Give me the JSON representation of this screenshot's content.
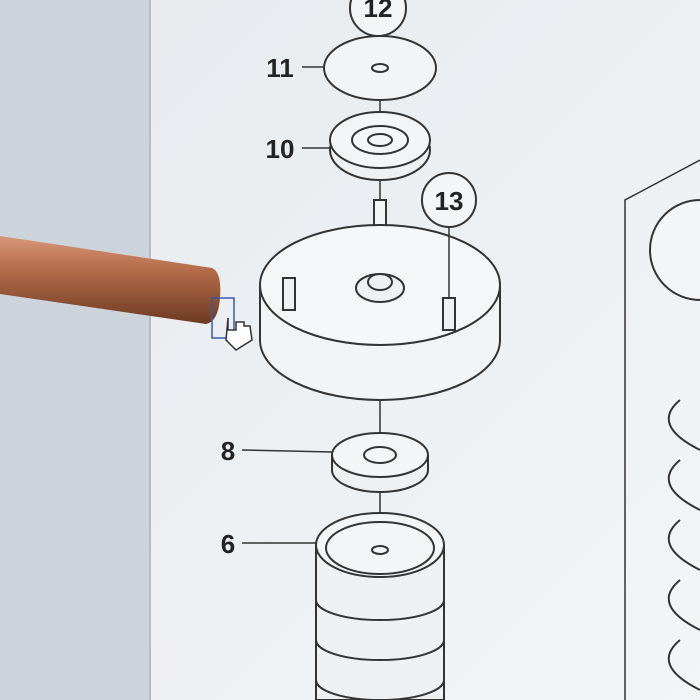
{
  "diagram": {
    "callouts": [
      {
        "id": "12",
        "text": "12",
        "circled": true
      },
      {
        "id": "11",
        "text": "11",
        "circled": false
      },
      {
        "id": "10",
        "text": "10",
        "circled": false
      },
      {
        "id": "13",
        "text": "13",
        "circled": true
      },
      {
        "id": "8",
        "text": "8",
        "circled": false
      },
      {
        "id": "6",
        "text": "6",
        "circled": false
      }
    ]
  },
  "colors": {
    "paper": "#eef1f4",
    "line": "#333333",
    "pen": "#b06a45",
    "left_panel": "#c9d0d8"
  }
}
